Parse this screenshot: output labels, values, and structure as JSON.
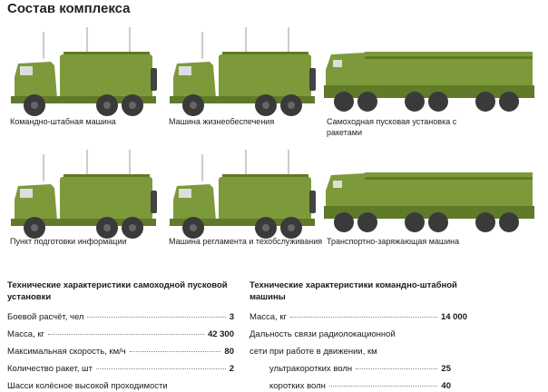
{
  "title": "Состав комплекса",
  "vehicles": [
    {
      "label": "Командно-штабная машина",
      "type": "kamaz"
    },
    {
      "label": "Машина жизнеобеспечения",
      "type": "kamaz"
    },
    {
      "label": "Самоходная пусковая установка с ракетами",
      "type": "launcher"
    },
    {
      "label": "Пункт подготовки информации",
      "type": "kamaz"
    },
    {
      "label": "Машина регламента и техобслуживания",
      "type": "kamaz"
    },
    {
      "label": "Транспортно-заряжающая машина",
      "type": "launcher"
    }
  ],
  "colors": {
    "body": "#7d9a3a",
    "dark": "#5f7a28",
    "wheel": "#3a3a3a"
  },
  "specs_left": {
    "title": "Технические характеристики самоходной пусковой установки",
    "rows": [
      {
        "k": "Боевой расчёт, чел",
        "v": "3"
      },
      {
        "k": "Масса, кг",
        "v": "42 300"
      },
      {
        "k": "Максимальная скорость, км/ч",
        "v": "80"
      },
      {
        "k": "Количество ракет, шт",
        "v": "2"
      },
      {
        "k": "Шасси колёсное высокой проходимости",
        "v": ""
      }
    ]
  },
  "specs_right": {
    "title": "Технические характеристики командно-штабной машины",
    "rows": [
      {
        "k": "Масса, кг",
        "v": "14 000"
      },
      {
        "k": "Дальность связи радиолокационной",
        "v": ""
      },
      {
        "k": "сети при работе в движении, км",
        "v": ""
      },
      {
        "k": "ультракоротких волн",
        "v": "25"
      },
      {
        "k": "коротких волн",
        "v": "40"
      }
    ]
  }
}
